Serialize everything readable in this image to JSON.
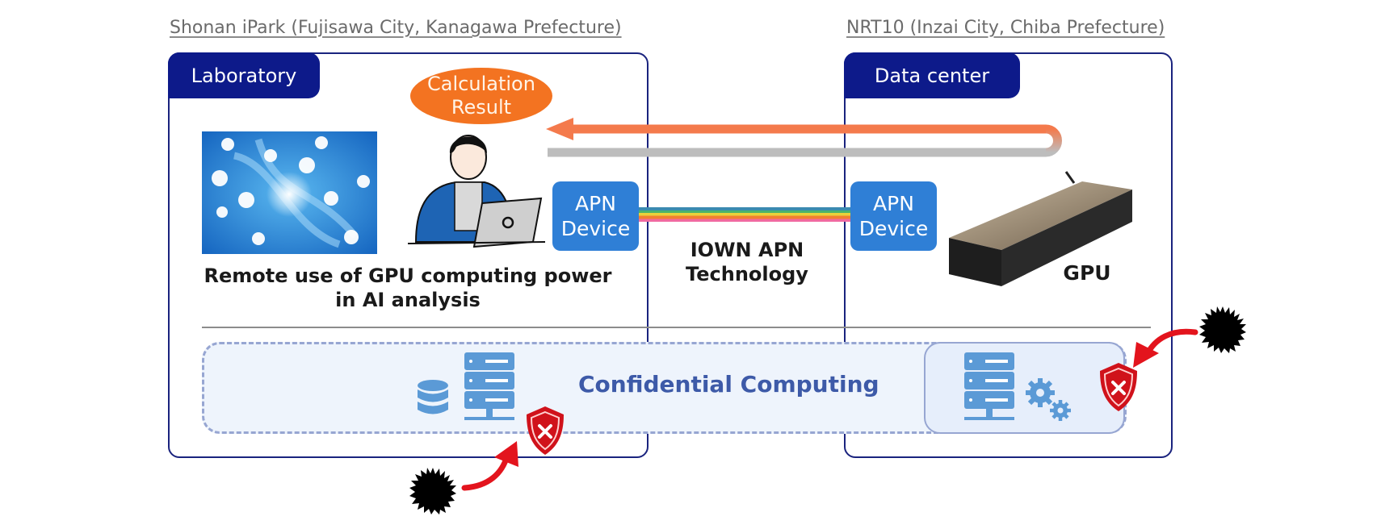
{
  "left_site": {
    "location": "Shonan iPark (Fujisawa City, Kanagawa Prefecture)",
    "tab_label": "Laboratory",
    "result_bubble": "Calculation\nResult",
    "result_line1": "Calculation",
    "result_line2": "Result",
    "caption_line1": "Remote use of GPU computing power",
    "caption_line2": "in AI analysis",
    "apn_line1": "APN",
    "apn_line2": "Device"
  },
  "right_site": {
    "location": "NRT10 (Inzai City, Chiba Prefecture)",
    "tab_label": "Data center",
    "apn_line1": "APN",
    "apn_line2": "Device",
    "gpu_label": "GPU"
  },
  "network": {
    "label_line1": "IOWN APN",
    "label_line2": "Technology"
  },
  "security": {
    "label": "Confidential Computing"
  },
  "colors": {
    "site_border": "#1a237e",
    "tab_bg": "#0d1a8a",
    "apn_bg": "#2f7fd6",
    "result_bubble": "#f37321",
    "return_arrow": "#f47a4c",
    "request_line": "#bdbdbd",
    "cc_text": "#3d5aa8",
    "shield": "#d0121b"
  }
}
